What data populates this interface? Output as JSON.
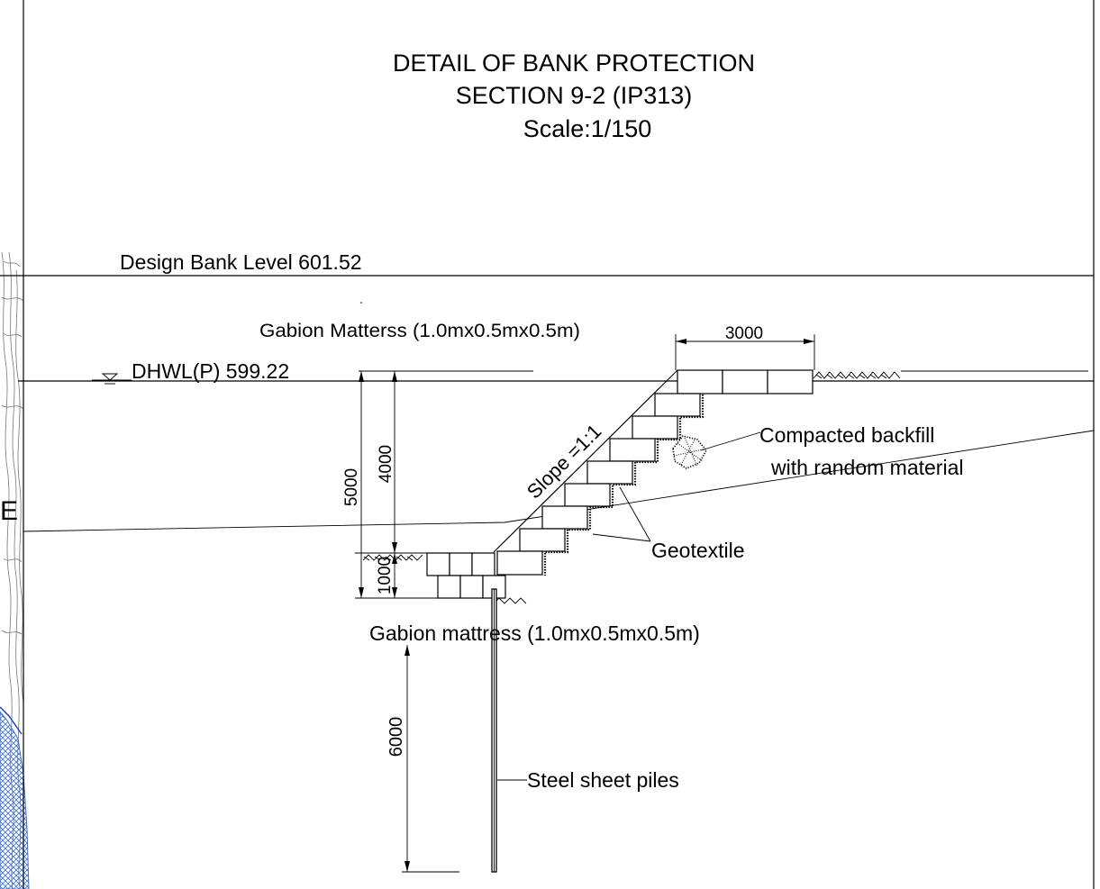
{
  "title": {
    "line1": "DETAIL OF BANK PROTECTION",
    "line2": "SECTION 9-2 (IP313)",
    "line3": "Scale:1/150"
  },
  "labels": {
    "design_bank_level": "Design Bank Level 601.52",
    "gabion_top": "Gabion Matterss (1.0mx0.5mx0.5m)",
    "dhwl": "DHWL(P) 599.22",
    "dim_3000": "3000",
    "dim_5000": "5000",
    "dim_4000": "4000",
    "dim_1000": "1000",
    "dim_6000": "6000",
    "slope": "Slope =1:1",
    "backfill_line1": "Compacted backfill",
    "backfill_line2": "with random material",
    "geotextile": "Geotextile",
    "gabion_bottom": "Gabion mattress (1.0mx0.5mx0.5m)",
    "steel_piles": "Steel sheet piles",
    "edge_letter": "E"
  },
  "colors": {
    "line": "#000000",
    "water_fill": "#3a6fe0",
    "topo": "#777777"
  }
}
